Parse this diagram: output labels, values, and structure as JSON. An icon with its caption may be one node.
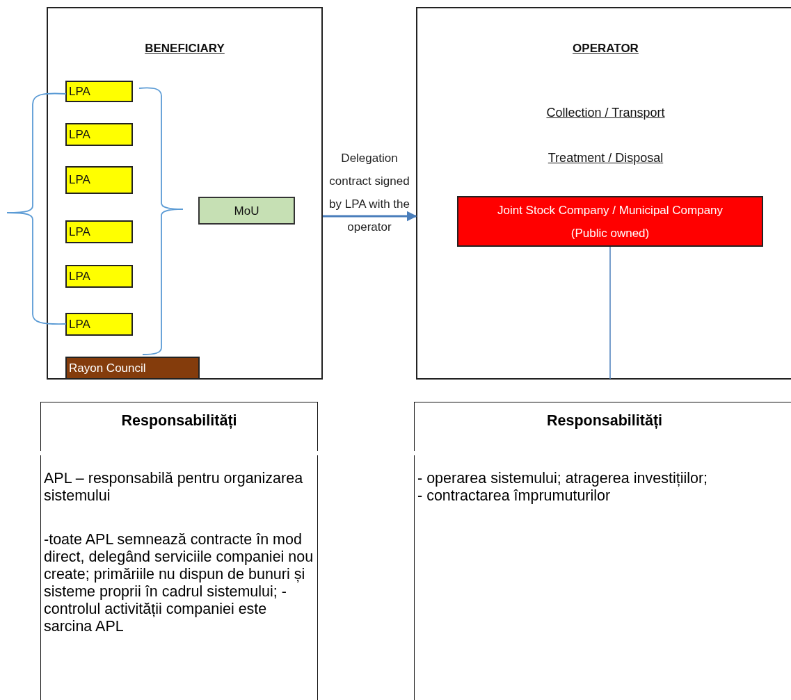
{
  "diagram": {
    "nodes": [
      {
        "text": [
          "BENEFICIARY"
        ]
      },
      {
        "text": [
          "LPA"
        ],
        "in": 0
      },
      {
        "text": [
          "LPA"
        ],
        "in": 0
      },
      {
        "text": [
          "LPA"
        ],
        "in": 0
      },
      {
        "text": [
          "LPA"
        ],
        "in": 0
      },
      {
        "text": [
          "LPA"
        ],
        "in": 0
      },
      {
        "text": [
          "LPA"
        ],
        "in": 0
      },
      {
        "text": [
          "MoU"
        ],
        "in": 0
      },
      {
        "text": [
          "Rayon Council"
        ],
        "in": 0
      },
      {
        "text": [
          "OPERATOR",
          "Collection / Transport",
          "Treatment / Disposal"
        ]
      },
      {
        "text": [
          "Joint Stock Company / Municipal Company (Public owned)"
        ],
        "in": 9
      },
      {
        "text": [
          "Responsabilități",
          "APL – responsabilă pentru organizarea sistemului",
          "-toate APL semnează contracte în mod direct, delegând serviciile companiei nou create; primăriile nu dispun de bunuri și sisteme proprii în cadrul sistemului; - controlul activității companiei este sarcina APL"
        ]
      },
      {
        "text": [
          "Responsabilități",
          "- operarea sistemului; atragerea investițiilor;",
          "- contractarea împrumuturilor"
        ]
      }
    ],
    "edges": [
      {
        "from": 0,
        "to": 9,
        "arrow": "to",
        "label": "Delegation contract signed by LPA with the operator"
      },
      {
        "from": 10,
        "to": null,
        "arrow": "none"
      }
    ]
  }
}
